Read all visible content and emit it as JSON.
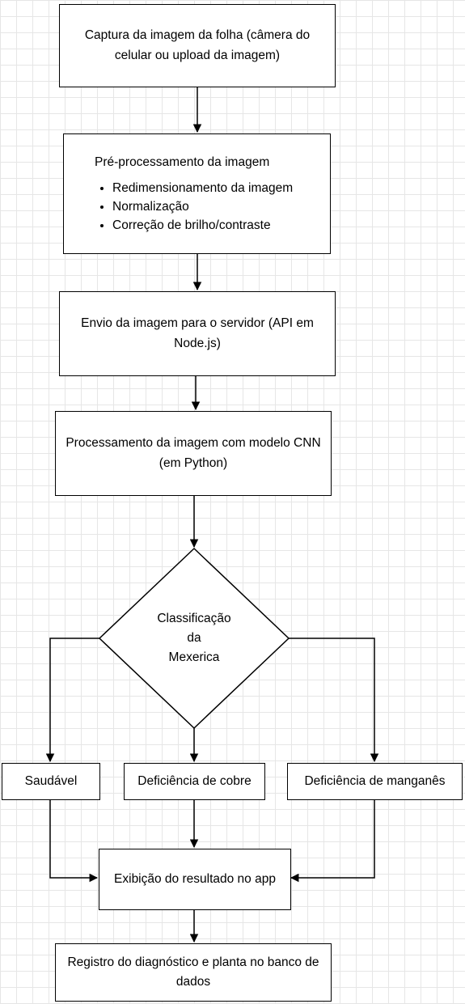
{
  "flowchart": {
    "capture": {
      "text": "Captura da imagem  da folha (câmera do celular ou upload da imagem)"
    },
    "preprocess": {
      "heading": "Pré-processamento da imagem",
      "items": [
        "Redimensionamento da imagem",
        "Normalização",
        "Correção de brilho/contraste"
      ]
    },
    "send": {
      "text": "Envio da imagem para o servidor (API em Node.js)"
    },
    "cnn": {
      "text": "Processamento da imagem com modelo CNN (em Python)"
    },
    "decision": {
      "lines": [
        "Classificação",
        "da",
        "Mexerica"
      ]
    },
    "outcomes": {
      "healthy": "Saudável",
      "copper": "Deficiência de cobre",
      "manganese": "Deficiência de manganês"
    },
    "display": {
      "text": "Exibição do resultado no app"
    },
    "record": {
      "text": "Registro do diagnóstico e planta no banco de dados"
    }
  },
  "colors": {
    "stroke": "#000000",
    "fill": "#ffffff",
    "grid": "#e6e6e6"
  }
}
